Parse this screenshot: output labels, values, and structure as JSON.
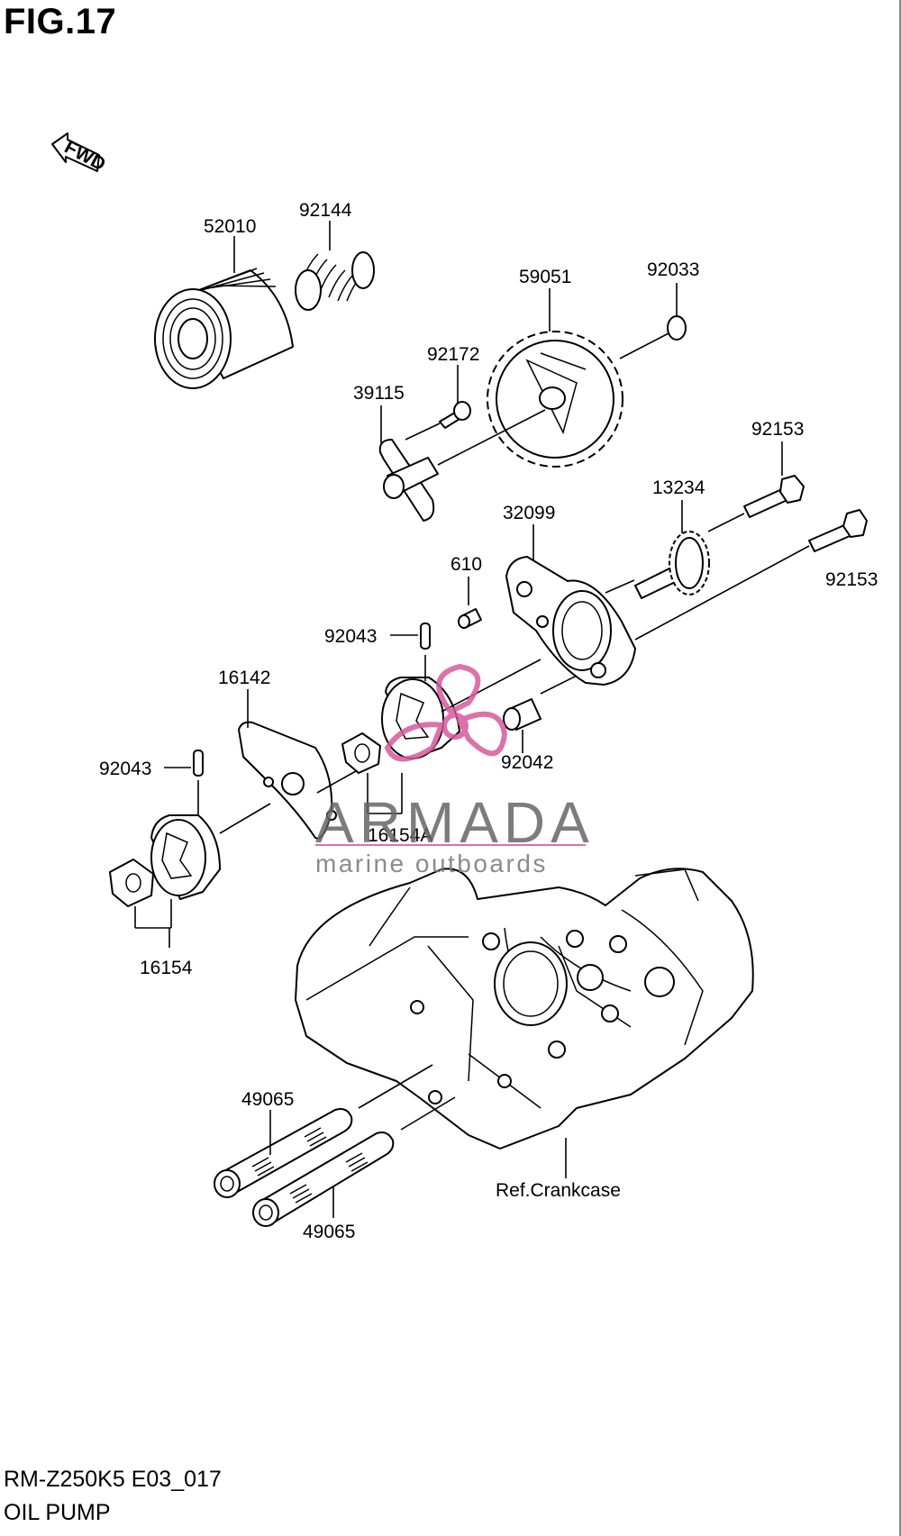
{
  "figure": {
    "title": "FIG.17"
  },
  "fwd_label": "FWD",
  "parts": {
    "p52010": "52010",
    "p92144": "92144",
    "p92033": "92033",
    "p59051": "59051",
    "p92172": "92172",
    "p39115": "39115",
    "p92153_top": "92153",
    "p13234": "13234",
    "p32099": "32099",
    "p610": "610",
    "p92153_side": "92153",
    "p92043_upper": "92043",
    "p16142": "16142",
    "p92042": "92042",
    "p92043_lower": "92043",
    "p16154A": "16154A",
    "p16154": "16154",
    "p49065_upper": "49065",
    "p49065_lower": "49065",
    "ref_crankcase": "Ref.Crankcase"
  },
  "watermark": {
    "brand": "ARMADA",
    "tagline": "marine outboards",
    "color": "#d65a9c"
  },
  "footer": {
    "model_code": "RM-Z250K5 E03_017",
    "section": "OIL PUMP"
  }
}
